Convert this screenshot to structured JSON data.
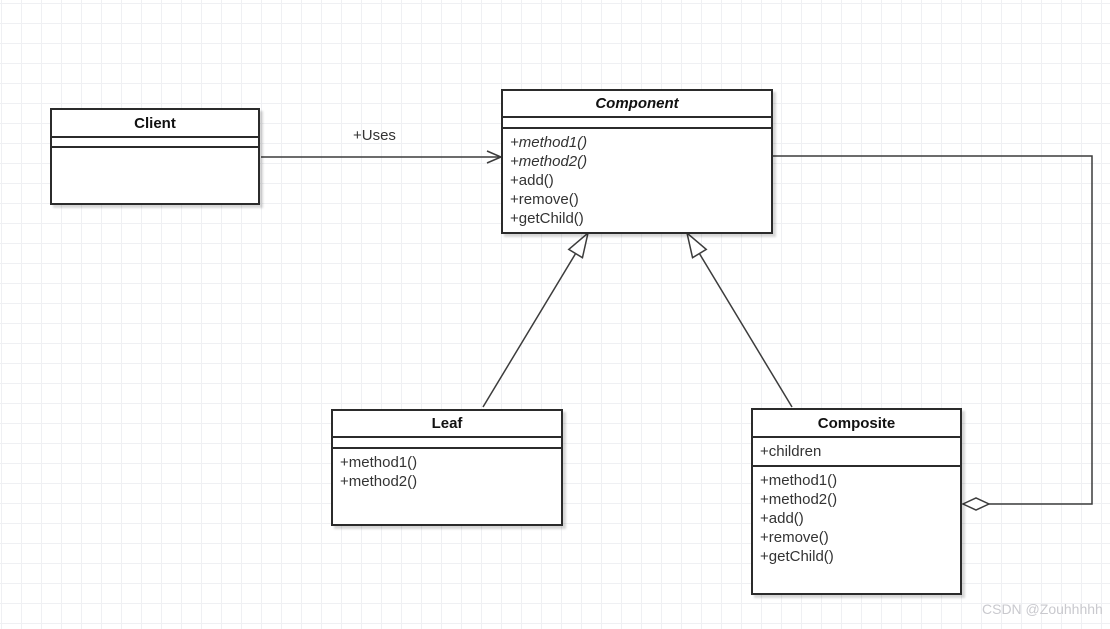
{
  "watermark": "CSDN @Zouhhhhh",
  "classes": {
    "client": {
      "name": "Client",
      "abstract": false,
      "attributes": [],
      "methods": []
    },
    "component": {
      "name": "Component",
      "abstract": true,
      "attributes": [],
      "methods": [
        "+method1()",
        "+method2()",
        "+add()",
        "+remove()",
        "+getChild()"
      ]
    },
    "leaf": {
      "name": "Leaf",
      "abstract": false,
      "attributes": [],
      "methods": [
        "+method1()",
        "+method2()"
      ]
    },
    "composite": {
      "name": "Composite",
      "abstract": false,
      "attributes": [
        "+children"
      ],
      "methods": [
        "+method1()",
        "+method2()",
        "+add()",
        "+remove()",
        "+getChild()"
      ]
    }
  },
  "relationships": [
    {
      "from": "Client",
      "to": "Component",
      "type": "association",
      "label": "+Uses"
    },
    {
      "from": "Leaf",
      "to": "Component",
      "type": "generalization",
      "label": ""
    },
    {
      "from": "Composite",
      "to": "Component",
      "type": "generalization",
      "label": ""
    },
    {
      "from": "Composite",
      "to": "Component",
      "type": "aggregation",
      "label": ""
    }
  ],
  "colors": {
    "line": "#3c3c3c",
    "box_border": "#2b2b2b",
    "grid": "#eff0f3",
    "text": "#333333",
    "watermark": "#c9c9ce"
  }
}
